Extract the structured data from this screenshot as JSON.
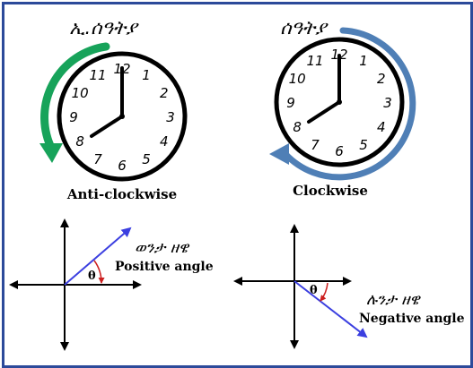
{
  "left_clock": {
    "amharic_title": "ኢ.ሰዓትያ",
    "caption": "Anti-clockwise",
    "arrow_color": "#17a35a",
    "numbers": [
      "12",
      "1",
      "2",
      "3",
      "4",
      "5",
      "6",
      "7",
      "8",
      "9",
      "10",
      "11"
    ]
  },
  "right_clock": {
    "amharic_title": "ሰዓትያ",
    "caption": "Clockwise",
    "arrow_color": "#4f7fb6",
    "numbers": [
      "12",
      "1",
      "2",
      "3",
      "4",
      "5",
      "6",
      "7",
      "8",
      "9",
      "10",
      "11"
    ]
  },
  "positive_angle": {
    "amharic_label": "ወንታ ዘዌ",
    "label": "Positive angle",
    "theta": "θ"
  },
  "negative_angle": {
    "amharic_label": "ሉንታ ዘዌ",
    "label": "Negative angle",
    "theta": "θ"
  },
  "colors": {
    "border": "#2c4a9a",
    "vector": "#3b3fe0",
    "angle_arc": "#cc1f1f"
  }
}
